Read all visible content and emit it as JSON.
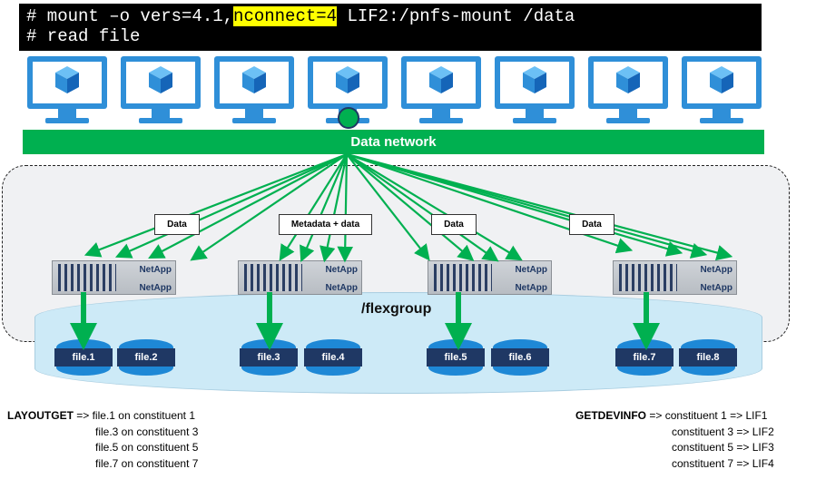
{
  "terminal": {
    "line1_pre": "# mount –o vers=4.1,",
    "line1_hl": "nconnect=4",
    "line1_post": " LIF2:/pnfs-mount /data",
    "line2": "# read file"
  },
  "network": {
    "label": "Data network"
  },
  "labels": [
    "Data",
    "Metadata + data",
    "Data",
    "Data"
  ],
  "nodes": {
    "brand": "NetApp"
  },
  "flexgroup": {
    "title": "/flexgroup"
  },
  "files": [
    "file.1",
    "file.2",
    "file.3",
    "file.4",
    "file.5",
    "file.6",
    "file.7",
    "file.8"
  ],
  "layoutget": {
    "keyword": "LAYOUTGET",
    "lines": [
      "=> file.1 on constituent 1",
      "file.3 on constituent 3",
      "file.5 on constituent 5",
      "file.7 on constituent 7"
    ]
  },
  "getdevinfo": {
    "keyword": "GETDEVINFO",
    "lines": [
      "=> constituent 1 => LIF1",
      "constituent 3 => LIF2",
      "constituent 5 => LIF3",
      "constituent 7 => LIF4"
    ]
  },
  "colors": {
    "network": "#00b050",
    "client": "#2f8fd8",
    "cube": "#1e88d6",
    "file_tag": "#1f3864",
    "highlight": "#ffff00"
  }
}
